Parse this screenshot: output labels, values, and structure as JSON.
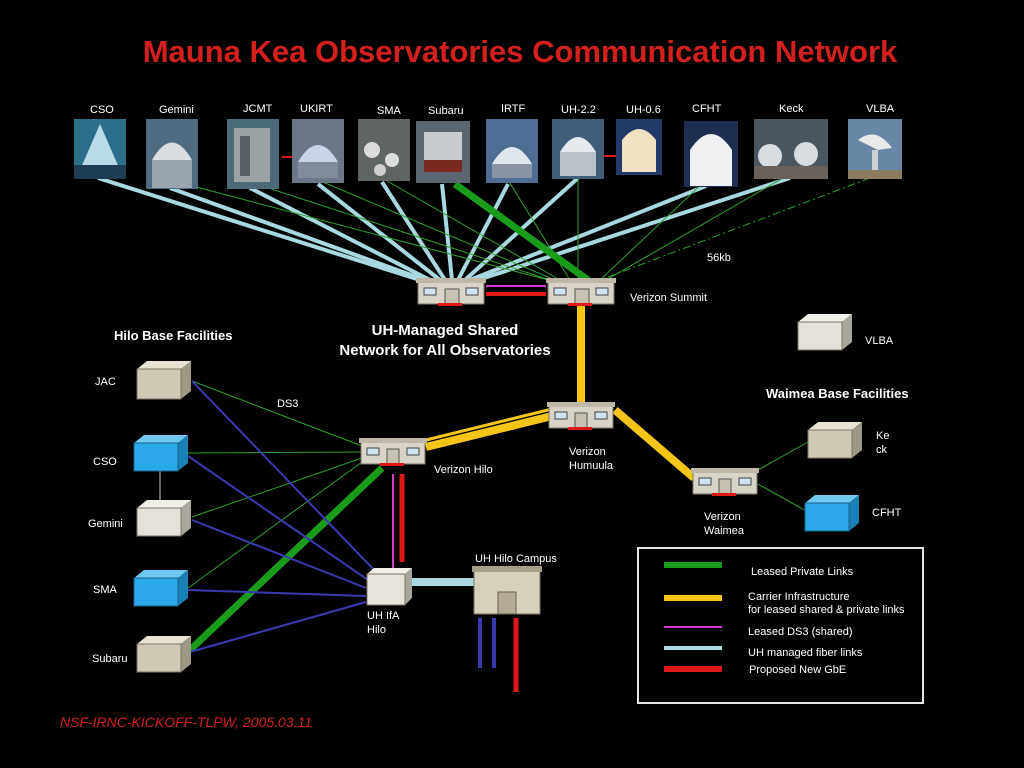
{
  "title": "Mauna Kea Observatories Communication Network",
  "footer": "NSF-IRNC-KICKOFF-TLPW, 2005.03.11",
  "observatories": [
    "CSO",
    "Gemini",
    "JCMT",
    "UKIRT",
    "SMA",
    "Subaru",
    "IRTF",
    "UH-2.2",
    "UH-0.6",
    "CFHT",
    "Keck",
    "VLBA"
  ],
  "hilo_base": {
    "heading": "Hilo Base Facilities",
    "sites": [
      "JAC",
      "CSO",
      "Gemini",
      "SMA",
      "Subaru"
    ]
  },
  "waimea_base": {
    "heading": "Waimea Base Facilities",
    "sites": [
      "Ke\nck",
      "CFHT"
    ]
  },
  "center_heading": {
    "line1": "UH-Managed Shared",
    "line2": "Network for All Observatories"
  },
  "labels": {
    "verizon_summit": "Verizon Summit",
    "verizon_humuula_1": "Verizon",
    "verizon_humuula_2": "Humuula",
    "verizon_hilo": "Verizon Hilo",
    "verizon_waimea_1": "Verizon",
    "verizon_waimea_2": "Waimea",
    "uh_ifa_1": "UH IfA",
    "uh_ifa_2": "Hilo",
    "uh_hilo_campus": "UH Hilo Campus",
    "vlba_base": "VLBA",
    "ds3": "DS3",
    "56kb": "56kb",
    "keck_1": "Ke",
    "keck_2": "ck",
    "cfht": "CFHT"
  },
  "legend": [
    {
      "label": "Leased Private Links",
      "color": "#1a9c1a"
    },
    {
      "label": "Carrier Infrastructure\nfor leased shared & private links",
      "color": "#f5c518"
    },
    {
      "label": "Leased DS3 (shared)",
      "color": "#d23cd2"
    },
    {
      "label": "UH managed fiber links",
      "color": "#a8d8e0"
    },
    {
      "label": "Proposed New GbE",
      "color": "#e01818"
    }
  ],
  "colors": {
    "title": "#d41f1f",
    "private": "#1a9c1a",
    "carrier": "#f5c518",
    "ds3": "#d23cd2",
    "fiber": "#a8d8e0",
    "gbe": "#e01818",
    "navy": "#3a3ab0",
    "thin_green": "#2fa02f"
  }
}
